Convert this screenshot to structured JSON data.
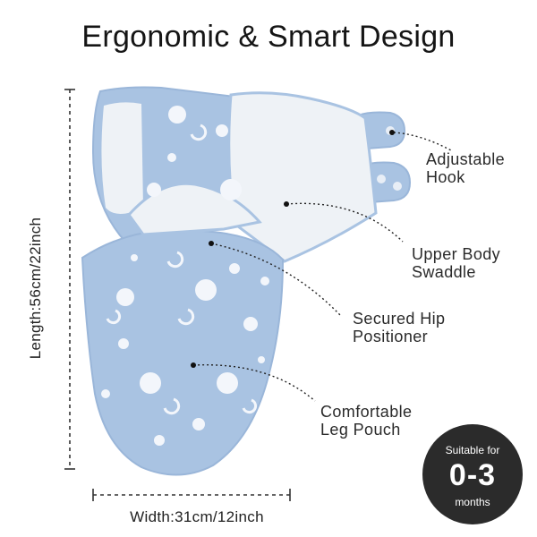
{
  "title": "Ergonomic & Smart Design",
  "callouts": [
    {
      "line1": "Adjustable",
      "line2": "Hook"
    },
    {
      "line1": "Upper Body",
      "line2": "Swaddle"
    },
    {
      "line1": "Secured Hip",
      "line2": "Positioner"
    },
    {
      "line1": "Comfortable",
      "line2": "Leg Pouch"
    }
  ],
  "dimensions": {
    "length": "Length:56cm/22inch",
    "width": "Width:31cm/12inch"
  },
  "badge": {
    "top": "Suitable for",
    "age": "0-3",
    "unit": "months"
  },
  "colors": {
    "fabric": "#a9c3e2",
    "fabric_edge": "#9ab6d9",
    "lining": "#eef2f6",
    "badge": "#2b2b2b"
  }
}
